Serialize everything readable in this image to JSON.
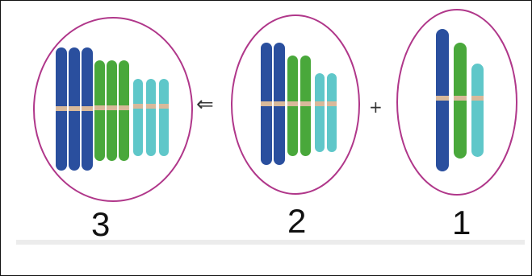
{
  "groups": [
    {
      "id": "group-3",
      "label": "3",
      "columns": [
        {
          "color": "#2a4f9e",
          "count": 3
        },
        {
          "color": "#49a83b",
          "count": 3
        },
        {
          "color": "#5fc7c9",
          "count": 3
        }
      ]
    },
    {
      "id": "group-2",
      "label": "2",
      "columns": [
        {
          "color": "#2a4f9e",
          "count": 2
        },
        {
          "color": "#49a83b",
          "count": 2
        },
        {
          "color": "#5fc7c9",
          "count": 2
        }
      ]
    },
    {
      "id": "group-1",
      "label": "1",
      "columns": [
        {
          "color": "#2a4f9e",
          "count": 1
        },
        {
          "color": "#49a83b",
          "count": 1
        },
        {
          "color": "#5fc7c9",
          "count": 1
        }
      ]
    }
  ],
  "operators": {
    "arrow": "⇐",
    "plus": "+"
  },
  "colors": {
    "ellipse_stroke": "#b0378a",
    "centromere": "#d8b99a",
    "dark_blue": "#2a4f9e",
    "green": "#49a83b",
    "cyan": "#5fc7c9"
  }
}
